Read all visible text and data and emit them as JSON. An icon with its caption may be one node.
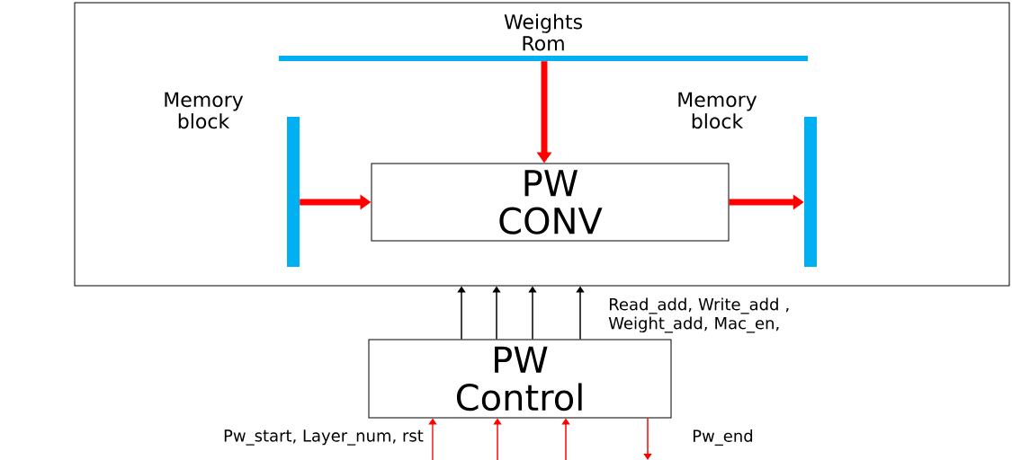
{
  "diagram": {
    "nodes": [
      {
        "text": [],
        "shape": "box"
      },
      {
        "text": [
          "Weights Rom"
        ],
        "in": 0
      },
      {
        "text": [
          "Memory block"
        ],
        "in": 0
      },
      {
        "text": [
          "Memory block"
        ],
        "in": 0
      },
      {
        "text": [
          "PW CONV"
        ],
        "in": 0
      },
      {
        "text": [
          "PW Control"
        ]
      }
    ],
    "edges": [
      {
        "from": 1,
        "to": 4,
        "arrow": "to",
        "style": "thick"
      },
      {
        "from": 2,
        "to": 4,
        "arrow": "to",
        "style": "thick"
      },
      {
        "from": 4,
        "to": 3,
        "arrow": "to",
        "style": "thick"
      },
      {
        "from": 5,
        "to": 0,
        "arrow": "to",
        "color": "#000000"
      },
      {
        "from": 5,
        "to": 0,
        "arrow": "to",
        "color": "#000000"
      },
      {
        "from": 5,
        "to": 0,
        "arrow": "to",
        "color": "#000000"
      },
      {
        "from": 5,
        "to": 0,
        "arrow": "to",
        "color": "#000000"
      },
      {
        "from": null,
        "to": 5,
        "arrow": "to"
      },
      {
        "from": null,
        "to": 5,
        "arrow": "to"
      },
      {
        "from": null,
        "to": 5,
        "arrow": "to"
      },
      {
        "from": 5,
        "to": null,
        "arrow": "to"
      }
    ],
    "labels": [
      "Read_add, Write_add , Weight_add, Mac_en,",
      "Pw_start, Layer_num, rst",
      "Pw_end"
    ]
  }
}
